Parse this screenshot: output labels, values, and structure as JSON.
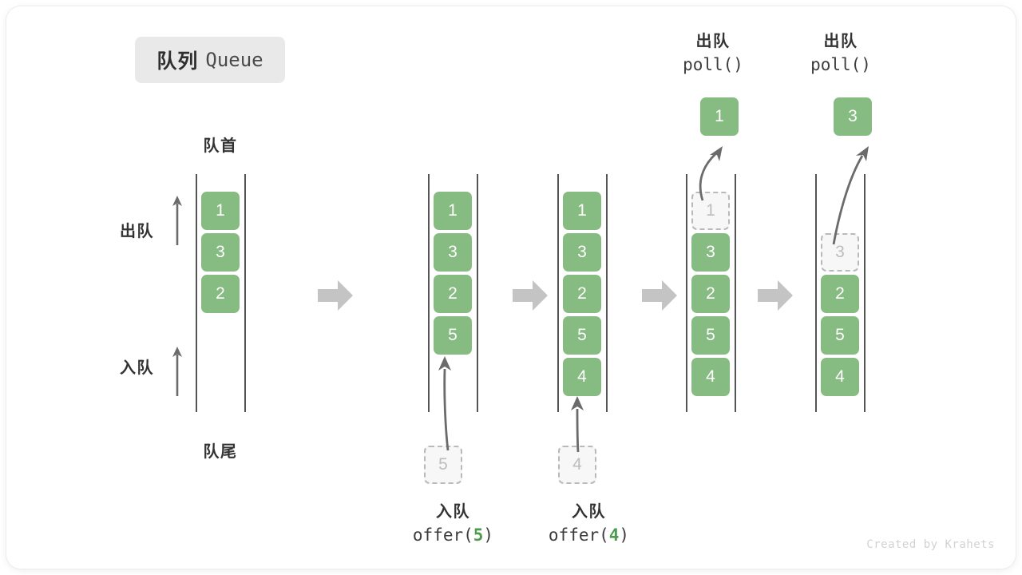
{
  "card": {
    "title_cn": "队列",
    "title_en": "Queue",
    "watermark": "Created by Krahets"
  },
  "labels": {
    "front": "队首",
    "rear": "队尾",
    "dequeue": "出队",
    "enqueue": "入队"
  },
  "operations": [
    {
      "id": "offer-5",
      "line1": "入队",
      "prefix": "offer(",
      "value": "5",
      "suffix": ")"
    },
    {
      "id": "offer-4",
      "line1": "入队",
      "prefix": "offer(",
      "value": "4",
      "suffix": ")"
    },
    {
      "id": "poll-1",
      "line1": "出队",
      "prefix": "poll(",
      "value": "",
      "suffix": ")"
    },
    {
      "id": "poll-2",
      "line1": "出队",
      "prefix": "poll(",
      "value": "",
      "suffix": ")"
    }
  ],
  "colors": {
    "element": "#86bc81",
    "ghost_fill": "#f7f7f7",
    "ghost_border": "#b9b9b9",
    "rail": "#555555",
    "flow_arrow": "#c4c4c4",
    "badge_bg": "#e9e9e9",
    "text": "#333333",
    "accent_number": "#4e9a4e"
  },
  "stages": [
    {
      "id": "stage-initial",
      "elements": [
        "1",
        "3",
        "2"
      ],
      "ghost_top": null,
      "ghost_gap_top": false,
      "incoming": null,
      "outgoing": null
    },
    {
      "id": "stage-after-offer-5",
      "elements": [
        "1",
        "3",
        "2",
        "5"
      ],
      "ghost_top": null,
      "ghost_gap_top": false,
      "incoming": "5",
      "outgoing": null
    },
    {
      "id": "stage-after-offer-4",
      "elements": [
        "1",
        "3",
        "2",
        "5",
        "4"
      ],
      "ghost_top": null,
      "ghost_gap_top": false,
      "incoming": "4",
      "outgoing": null
    },
    {
      "id": "stage-poll-1",
      "elements": [
        "3",
        "2",
        "5",
        "4"
      ],
      "ghost_top": "1",
      "ghost_gap_top": false,
      "incoming": null,
      "outgoing": "1"
    },
    {
      "id": "stage-poll-3",
      "elements": [
        "2",
        "5",
        "4"
      ],
      "ghost_top": "3",
      "ghost_gap_top": true,
      "incoming": null,
      "outgoing": "3"
    }
  ],
  "flow_arrows": [
    {
      "id": "flow-1"
    },
    {
      "id": "flow-2"
    },
    {
      "id": "flow-3"
    },
    {
      "id": "flow-4"
    }
  ]
}
